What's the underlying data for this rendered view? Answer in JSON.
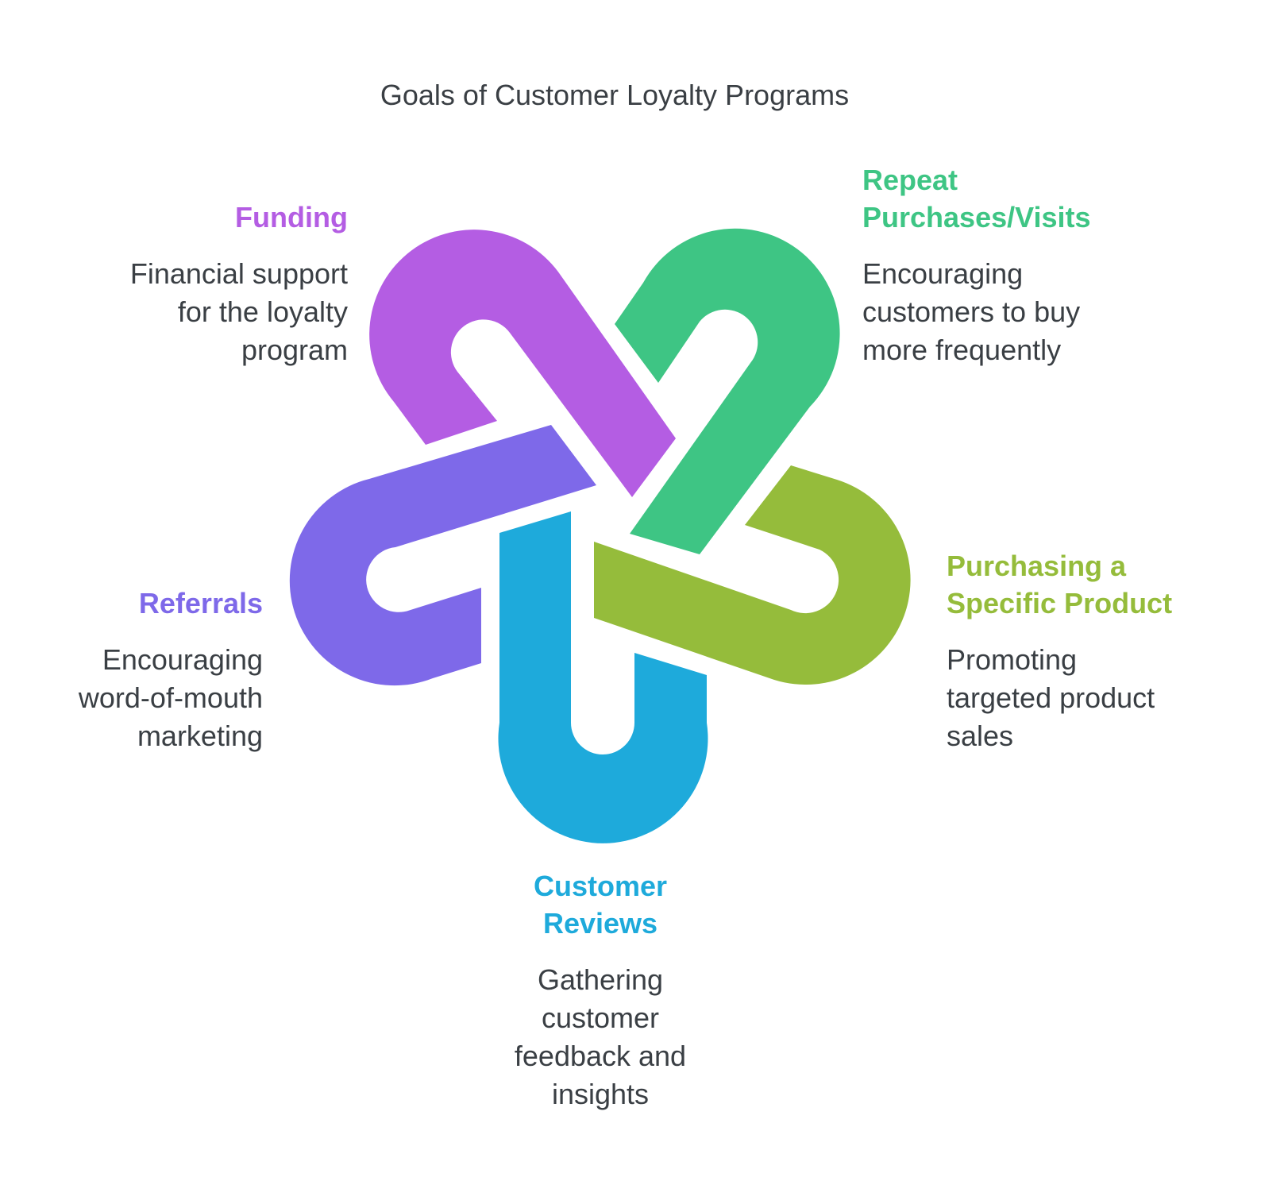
{
  "title": "Goals of Customer Loyalty Programs",
  "colors": {
    "funding": "#b45de3",
    "repeat": "#3ec584",
    "specific": "#95bc3b",
    "referrals": "#7e69e9",
    "reviews": "#1eaadb",
    "text": "#3a3f44"
  },
  "goals": {
    "funding": {
      "heading": "Funding",
      "desc": [
        "Financial support",
        "for the loyalty",
        "program"
      ]
    },
    "repeat": {
      "heading": [
        "Repeat",
        "Purchases/Visits"
      ],
      "desc": [
        "Encouraging",
        "customers to buy",
        "more frequently"
      ]
    },
    "referrals": {
      "heading": "Referrals",
      "desc": [
        "Encouraging",
        "word-of-mouth",
        "marketing"
      ]
    },
    "specific": {
      "heading": [
        "Purchasing a",
        "Specific Product"
      ],
      "desc": [
        "Promoting",
        "targeted product",
        "sales"
      ]
    },
    "reviews": {
      "heading": [
        "Customer",
        "Reviews"
      ],
      "desc": [
        "Gathering",
        "customer",
        "feedback and",
        "insights"
      ]
    }
  }
}
